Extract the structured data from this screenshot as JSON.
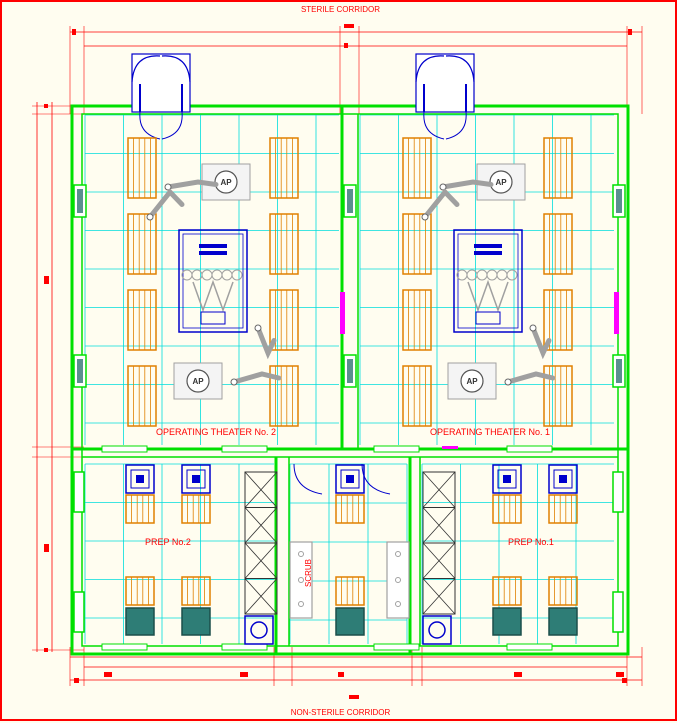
{
  "drawing": {
    "top_label": "STERILE CORRIDOR",
    "bottom_label": "NON-STERILE CORRIDOR",
    "rooms": {
      "ot2": "OPERATING THEATER No. 2",
      "ot1": "OPERATING THEATER No. 1",
      "prep2": "PREP No.2",
      "prep1": "PREP No.1",
      "scrub": "SCRUB"
    },
    "equipment_tag": "AP"
  },
  "colors": {
    "wall": "#00e000",
    "grid": "#00dddd",
    "dimension": "#ff0000",
    "furniture": "#e08000",
    "table": "#0000cc",
    "gray": "#a0a0a0",
    "sink": "#2e7d76",
    "magenta": "#ff00ff",
    "background": "#fffdf0"
  },
  "icons": {
    "door": "double-swing-door-icon",
    "ap": "ap-unit-icon",
    "table": "operating-table-icon",
    "cabinet": "storage-cabinet-icon",
    "sink": "scrub-sink-icon"
  }
}
